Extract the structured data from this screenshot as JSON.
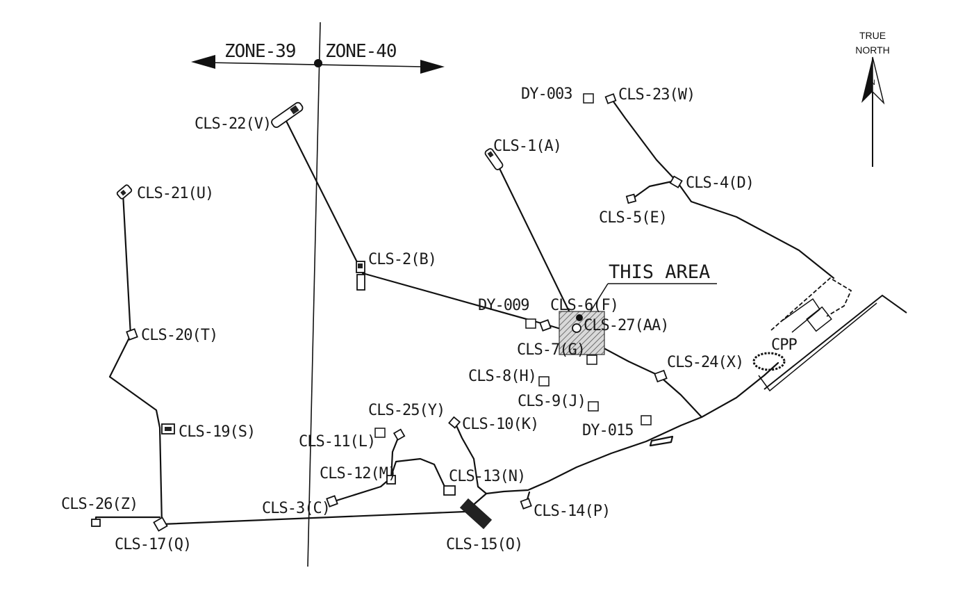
{
  "map": {
    "north": {
      "line1": "TRUE",
      "line2": "NORTH",
      "letter": "N"
    },
    "zones": {
      "left": "ZONE-39",
      "right": "ZONE-40"
    },
    "highlight_label": "THIS AREA",
    "facility_label": "CPP",
    "wells": [
      {
        "id": "cls-1",
        "label": "CLS-1(A)"
      },
      {
        "id": "cls-2",
        "label": "CLS-2(B)"
      },
      {
        "id": "cls-3",
        "label": "CLS-3(C)"
      },
      {
        "id": "cls-4",
        "label": "CLS-4(D)"
      },
      {
        "id": "cls-5",
        "label": "CLS-5(E)"
      },
      {
        "id": "cls-6",
        "label": "CLS-6(F)"
      },
      {
        "id": "cls-7",
        "label": "CLS-7(G)"
      },
      {
        "id": "cls-8",
        "label": "CLS-8(H)"
      },
      {
        "id": "cls-9",
        "label": "CLS-9(J)"
      },
      {
        "id": "cls-10",
        "label": "CLS-10(K)"
      },
      {
        "id": "cls-11",
        "label": "CLS-11(L)"
      },
      {
        "id": "cls-12",
        "label": "CLS-12(M)"
      },
      {
        "id": "cls-13",
        "label": "CLS-13(N)"
      },
      {
        "id": "cls-14",
        "label": "CLS-14(P)"
      },
      {
        "id": "cls-15",
        "label": "CLS-15(O)"
      },
      {
        "id": "cls-17",
        "label": "CLS-17(Q)"
      },
      {
        "id": "cls-19",
        "label": "CLS-19(S)"
      },
      {
        "id": "cls-20",
        "label": "CLS-20(T)"
      },
      {
        "id": "cls-21",
        "label": "CLS-21(U)"
      },
      {
        "id": "cls-22",
        "label": "CLS-22(V)"
      },
      {
        "id": "cls-23",
        "label": "CLS-23(W)"
      },
      {
        "id": "cls-24",
        "label": "CLS-24(X)"
      },
      {
        "id": "cls-25",
        "label": "CLS-25(Y)"
      },
      {
        "id": "cls-26",
        "label": "CLS-26(Z)"
      },
      {
        "id": "cls-27",
        "label": "CLS-27(AA)"
      },
      {
        "id": "dy-003",
        "label": "DY-003"
      },
      {
        "id": "dy-009",
        "label": "DY-009"
      },
      {
        "id": "dy-015",
        "label": "DY-015"
      }
    ]
  }
}
